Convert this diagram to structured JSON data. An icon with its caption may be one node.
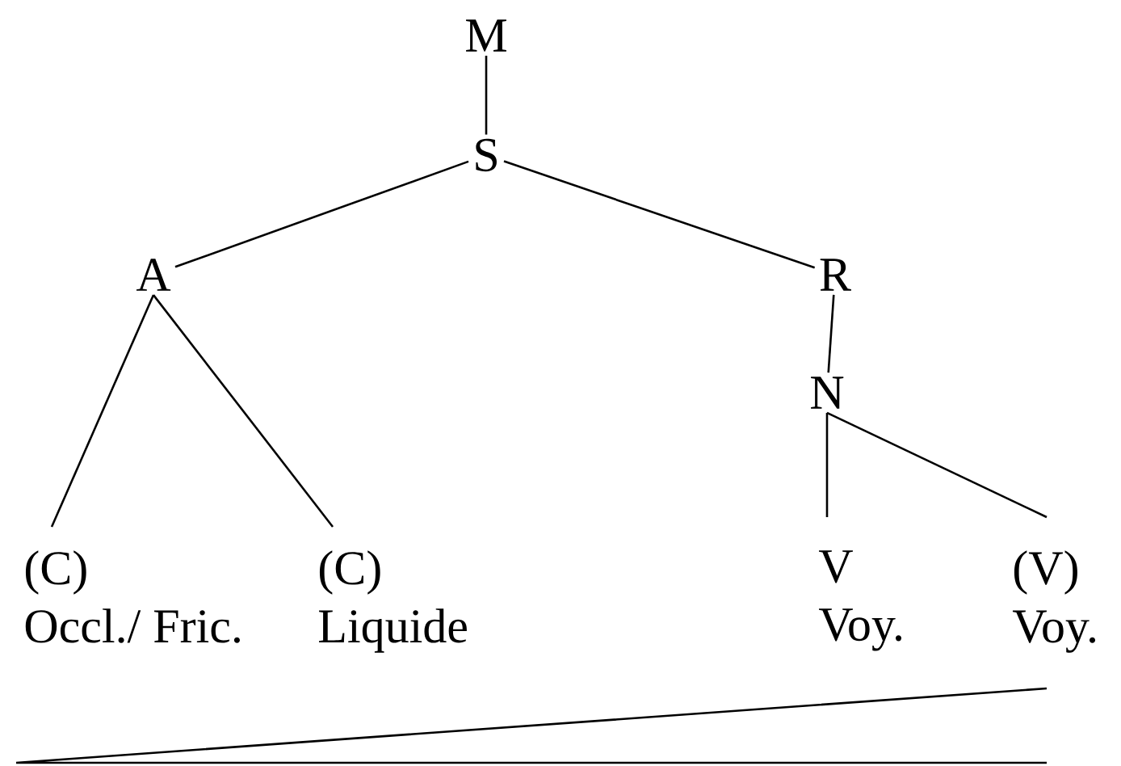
{
  "diagram": {
    "nodes": [
      {
        "text": [
          "M"
        ]
      },
      {
        "text": [
          "S"
        ]
      },
      {
        "text": [
          "A"
        ]
      },
      {
        "text": [
          "R"
        ]
      },
      {
        "text": [
          "N"
        ]
      },
      {
        "text": [
          "(C)",
          "Occl./ Fric."
        ]
      },
      {
        "text": [
          "(C)",
          "Liquide"
        ]
      },
      {
        "text": [
          "V",
          "Voy."
        ]
      },
      {
        "text": [
          "(V)",
          "Voy."
        ]
      }
    ],
    "edges": [
      {
        "from": 0,
        "to": 1,
        "arrow": "none"
      },
      {
        "from": 1,
        "to": 2,
        "arrow": "none"
      },
      {
        "from": 1,
        "to": 3,
        "arrow": "none"
      },
      {
        "from": 2,
        "to": 5,
        "arrow": "none"
      },
      {
        "from": 2,
        "to": 6,
        "arrow": "none"
      },
      {
        "from": 3,
        "to": 4,
        "arrow": "none"
      },
      {
        "from": 4,
        "to": 7,
        "arrow": "none"
      },
      {
        "from": 4,
        "to": 8,
        "arrow": "none"
      }
    ]
  }
}
